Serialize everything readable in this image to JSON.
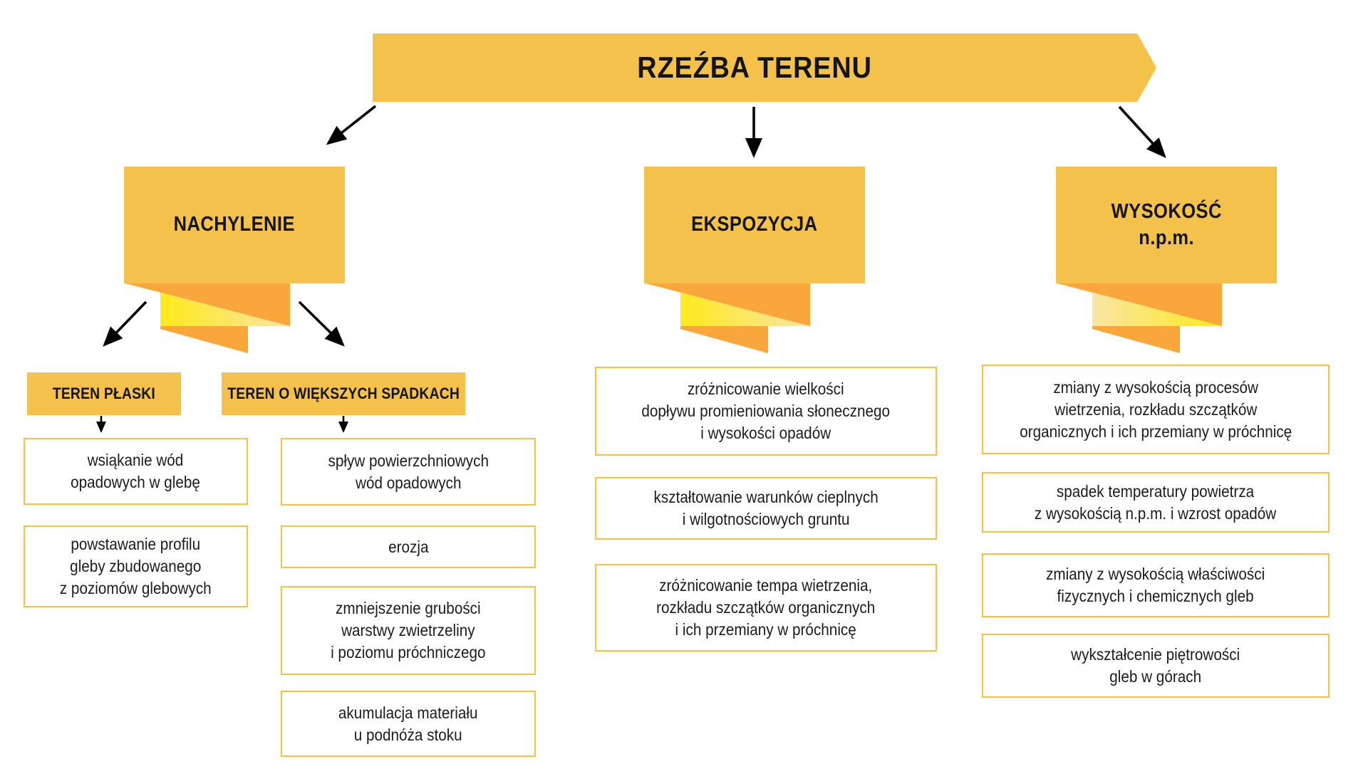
{
  "title": {
    "text": "RZEŹBA TERENU"
  },
  "colors": {
    "box_fill": "#F4C24B",
    "box_border": "#F9C13E",
    "ribbon_orange": "#F9A63B",
    "ribbon_yellow_bright": "#FFEA1C",
    "ribbon_yellow_pale": "#F8E5A4",
    "arrow": "#000000",
    "text": "#141414"
  },
  "branches": [
    {
      "label": "NACHYLENIE",
      "sub_branches": [
        {
          "label": "TEREN PŁASKI",
          "effects": [
            "wsiąkanie wód\nopadowych w glebę",
            "powstawanie profilu\ngleby zbudowanego\nz poziomów glebowych"
          ]
        },
        {
          "label": "TEREN O WIĘKSZYCH SPADKACH",
          "effects": [
            "spływ powierzchniowych\nwód opadowych",
            "erozja",
            "zmniejszenie grubości\nwarstwy zwietrzeliny\ni poziomu próchniczego",
            "akumulacja materiału\nu podnóża stoku"
          ]
        }
      ]
    },
    {
      "label": "EKSPOZYCJA",
      "effects": [
        "zróżnicowanie wielkości\ndopływu promieniowania słonecznego\ni wysokości opadów",
        "kształtowanie warunków cieplnych\ni wilgotnościowych gruntu",
        "zróżnicowanie tempa wietrzenia,\nrozkładu szczątków organicznych\ni ich przemiany w próchnicę"
      ]
    },
    {
      "label": "WYSOKOŚĆ\nn.p.m.",
      "effects": [
        "zmiany z wysokością procesów\nwietrzenia, rozkładu szczątków\norganicznych i ich przemiany w próchnicę",
        "spadek temperatury powietrza\nz wysokością n.p.m. i wzrost opadów",
        "zmiany z wysokością właściwości\nfizycznych i chemicznych gleb",
        "wykształcenie piętrowości\ngleb w górach"
      ]
    }
  ]
}
